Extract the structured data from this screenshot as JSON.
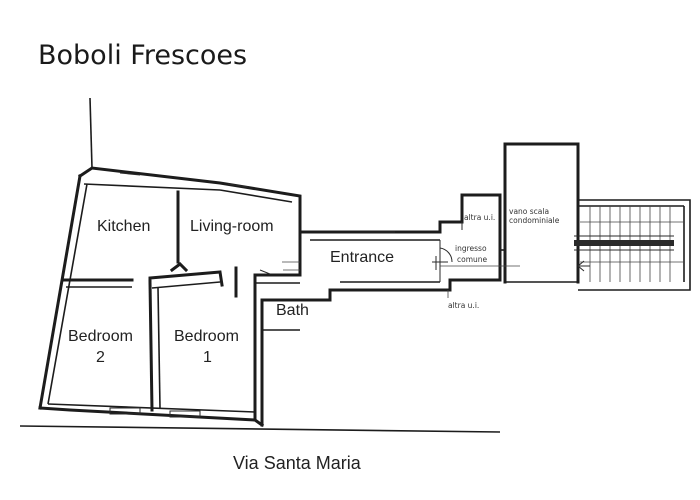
{
  "title": "Boboli Frescoes",
  "rooms": {
    "kitchen": "Kitchen",
    "living_room": "Living-room",
    "entrance": "Entrance",
    "bath": "Bath",
    "bedroom2_line1": "Bedroom",
    "bedroom2_line2": "2",
    "bedroom1_line1": "Bedroom",
    "bedroom1_line2": "1"
  },
  "annotations": {
    "altra_ui_top": "altra u.i.",
    "vano_scala_line1": "vano scala",
    "vano_scala_line2": "condominiale",
    "ingresso_line1": "ingresso",
    "ingresso_line2": "comune",
    "altra_ui_bottom": "altra u.i."
  },
  "street": "Via Santa Maria"
}
